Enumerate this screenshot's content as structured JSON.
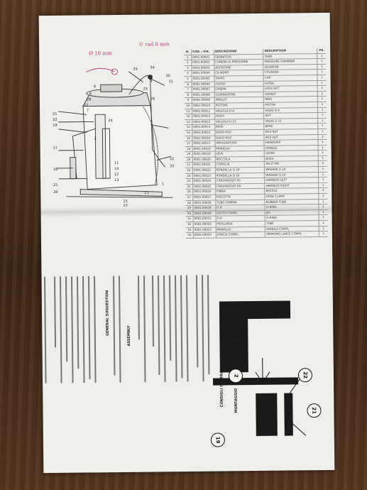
{
  "photo": {
    "subject": "folded instruction leaflet with exploded parts diagram on a wooden surface"
  },
  "handwriting": {
    "left_note": "Ø 10 mm",
    "right_note": "© rad 6 mm"
  },
  "diagram_labels": [
    "34",
    "29",
    "30",
    "31",
    "28",
    "27",
    "25",
    "26",
    "8",
    "9",
    "7",
    "21",
    "22",
    "19",
    "24",
    "17",
    "2",
    "18",
    "11",
    "14",
    "12",
    "13",
    "21",
    "20",
    "32",
    "33",
    "15",
    "23",
    "1",
    "21"
  ],
  "parts_table": {
    "headers": [
      "N.",
      "COD. / P.N.",
      "DESCRIZIONE",
      "DESCRIPTION",
      "PZ."
    ],
    "rows": [
      [
        "1",
        "0001.00001",
        "SERBATOIO",
        "TANK",
        "1"
      ],
      [
        "2",
        "0001.00002",
        "CAMERA DI PRESSIONE",
        "PRESSURE CHAMBER",
        "1"
      ],
      [
        "3",
        "0001.00003",
        "AGITATORE",
        "AGITATOR",
        "1"
      ],
      [
        "4",
        "0001.00004",
        "CILINDRO",
        "CYLINDER",
        "1"
      ],
      [
        "5",
        "0001.00005",
        "TAPPO",
        "CAP",
        "1"
      ],
      [
        "6",
        "0001.00006",
        "FILTRO",
        "FILTER",
        "1"
      ],
      [
        "7",
        "0001.00007",
        "GHIERA",
        "LOCK NUT",
        "1"
      ],
      [
        "8",
        "0001.00008",
        "GUARNIZIONE",
        "GASKET",
        "1"
      ],
      [
        "9",
        "0001.00009",
        "ANELLO",
        "RING",
        "1"
      ],
      [
        "10",
        "0001.00010",
        "PISTONE",
        "PISTON",
        "1"
      ],
      [
        "11",
        "0001.00011",
        "VALVOLA D.A",
        "VALVE D.A",
        "1"
      ],
      [
        "12",
        "0001.00012",
        "DADO",
        "NUT",
        "1"
      ],
      [
        "13",
        "0001.00013",
        "VALVOLA D.15",
        "VALVE D.15",
        "1"
      ],
      [
        "14",
        "0001.00014",
        "BASE",
        "BASE",
        "1"
      ],
      [
        "15",
        "0001.00015",
        "DADO M10",
        "M10 NUT",
        "1"
      ],
      [
        "16",
        "0001.00016",
        "DADO M10",
        "M10 NUT",
        "2"
      ],
      [
        "17",
        "0001.00017",
        "IMPUGNATURA",
        "HANDGRIP",
        "1"
      ],
      [
        "18",
        "0001.00018",
        "MANIGLIA",
        "HANDLE",
        "1"
      ],
      [
        "19",
        "0001.00019",
        "LEVA",
        "LEVER",
        "1"
      ],
      [
        "20",
        "0001.00020",
        "BOCCOLA",
        "BUSH",
        "1"
      ],
      [
        "21",
        "0001.00021",
        "COPIGLIA",
        "SPLIT PIN",
        "2"
      ],
      [
        "22",
        "0001.00022",
        "RONDELLA D.18",
        "WASHER D.18",
        "1"
      ],
      [
        "23",
        "0001.00023",
        "RONDELLA D.16",
        "WASHER D.16",
        "1"
      ],
      [
        "24",
        "0001.00024",
        "CINGHIAGGIO SX",
        "HARNESS LEFT",
        "1"
      ],
      [
        "25",
        "0001.00025",
        "CINGHIAGGIO DX",
        "HARNESS RIGHT",
        "1"
      ],
      [
        "26",
        "0001.00026",
        "FIBBIA",
        "BUCKLE",
        "2"
      ],
      [
        "27",
        "0001.00027",
        "FASCETTA",
        "HOSE CLAMP",
        "2"
      ],
      [
        "28",
        "0001.00028",
        "TUBO GOMMA",
        "RUBBER TUBE",
        "1"
      ],
      [
        "29",
        "0001.00029",
        "O-R",
        "O-RING",
        "1"
      ],
      [
        "30",
        "0001.00030",
        "GETTO COMPL.",
        "JET",
        "1"
      ],
      [
        "31",
        "0001.00031",
        "O-R",
        "O-RING",
        "1"
      ],
      [
        "32",
        "0001.00032",
        "PROLUNGA",
        "TUBE",
        "1"
      ],
      [
        "33",
        "0001.00033",
        "MANIGLIA",
        "HANDLE COMPL.",
        "1"
      ],
      [
        "34",
        "0001.00034",
        "LANCIA COMPL.",
        "SPRAYING LANCE COMPL.",
        "1"
      ]
    ]
  },
  "text_sections": {
    "montaggio": "MONTAGGIO",
    "consigli": "CONSIGLI GENERALI",
    "assembly": "ASSEMBLY",
    "general_suggestion": "GENERAL SUGGESTION"
  },
  "callouts": [
    "19",
    "2",
    "22",
    "21"
  ]
}
